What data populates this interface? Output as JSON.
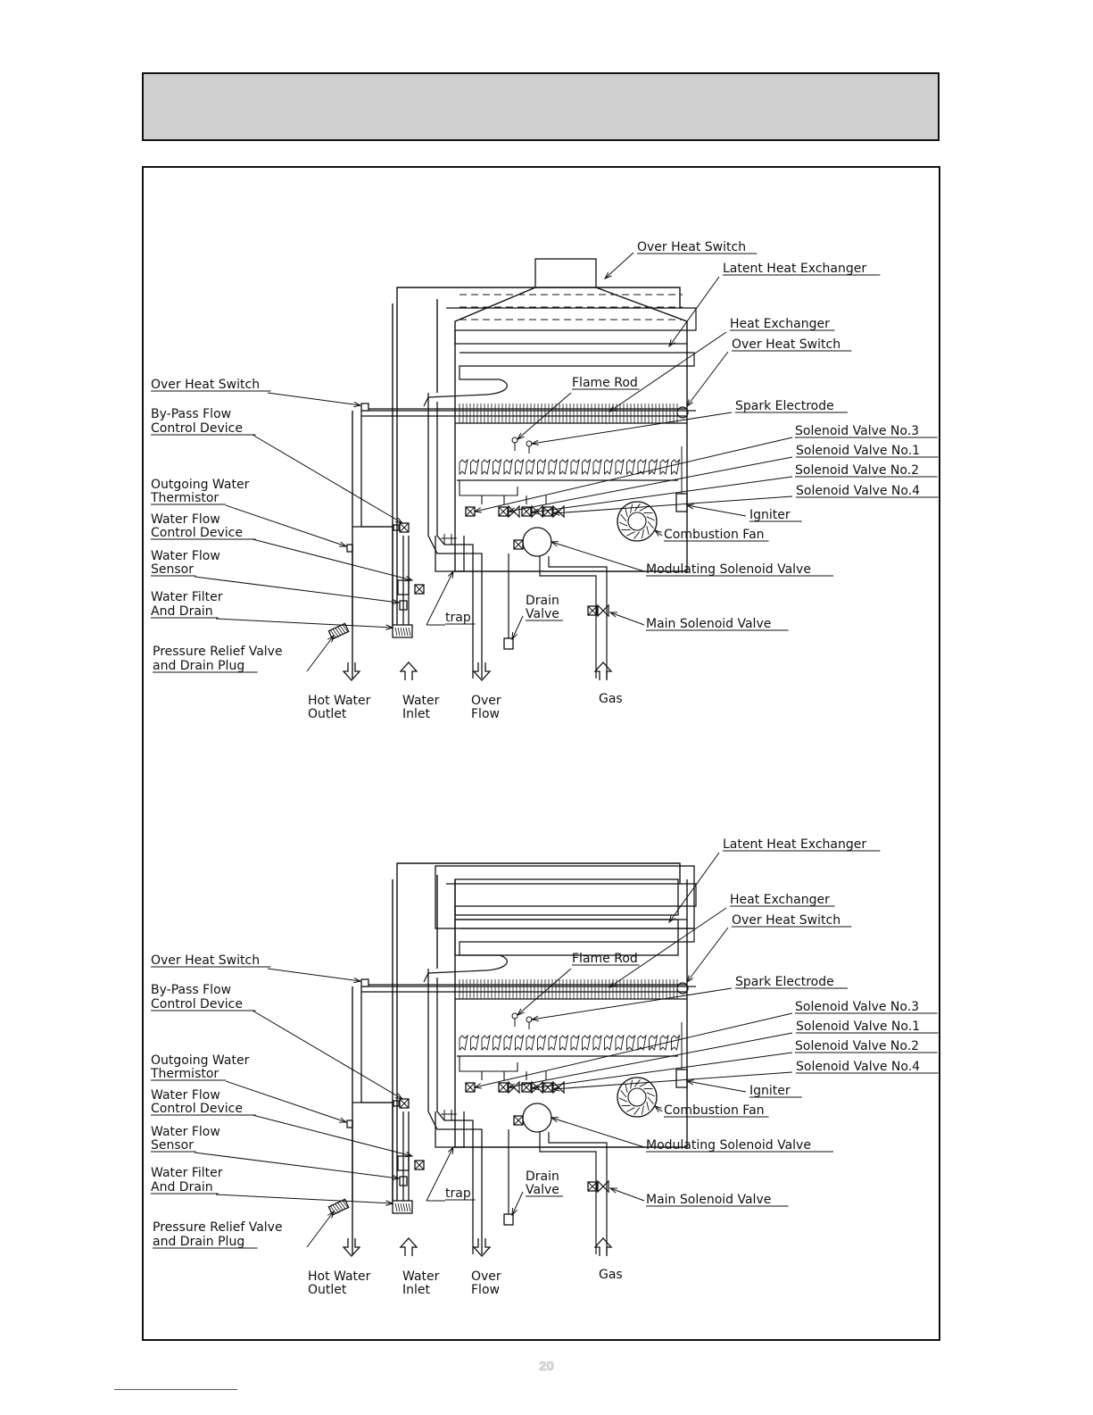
{
  "page": {
    "page_number": "20"
  },
  "diagrams": [
    {
      "labels": {
        "top_over_heat": "Over Heat Switch",
        "latent": "Latent Heat Exchanger",
        "heat_exchanger": "Heat Exchanger",
        "right_over_heat": "Over Heat Switch",
        "left_over_heat": "Over Heat Switch",
        "flame_rod": "Flame Rod",
        "spark": "Spark Electrode",
        "bypass_1": "By-Pass Flow",
        "bypass_2": "Control Device",
        "sv3": "Solenoid Valve No.3",
        "sv1": "Solenoid Valve No.1",
        "sv2": "Solenoid Valve No.2",
        "sv4": "Solenoid Valve No.4",
        "outgoing_1": "Outgoing Water",
        "outgoing_2": "Thermistor",
        "igniter": "Igniter",
        "wfcd_1": "Water Flow",
        "wfcd_2": "Control Device",
        "fan": "Combustion Fan",
        "wfs_1": "Water Flow",
        "wfs_2": "Sensor",
        "modulating": "Modulating Solenoid Valve",
        "filter_1": "Water Filter",
        "filter_2": "And Drain",
        "drain_1": "Drain",
        "drain_2": "Valve",
        "trap": "trap",
        "main_sv": "Main Solenoid Valve",
        "prv_1": "Pressure Relief Valve",
        "prv_2": "and Drain Plug",
        "hot_1": "Hot Water",
        "hot_2": "Outlet",
        "inlet_1": "Water",
        "inlet_2": "Inlet",
        "over_1": "Over",
        "over_2": "Flow",
        "gas": "Gas"
      }
    },
    {
      "labels": {
        "latent": "Latent Heat Exchanger",
        "heat_exchanger": "Heat Exchanger",
        "right_over_heat": "Over Heat Switch",
        "left_over_heat": "Over Heat Switch",
        "flame_rod": "Flame Rod",
        "spark": "Spark Electrode",
        "bypass_1": "By-Pass Flow",
        "bypass_2": "Control Device",
        "sv3": "Solenoid Valve No.3",
        "sv1": "Solenoid Valve No.1",
        "sv2": "Solenoid Valve No.2",
        "sv4": "Solenoid Valve No.4",
        "outgoing_1": "Outgoing Water",
        "outgoing_2": "Thermistor",
        "igniter": "Igniter",
        "wfcd_1": "Water Flow",
        "wfcd_2": "Control Device",
        "fan": "Combustion Fan",
        "wfs_1": "Water Flow",
        "wfs_2": "Sensor",
        "modulating": "Modulating Solenoid Valve",
        "filter_1": "Water Filter",
        "filter_2": "And Drain",
        "drain_1": "Drain",
        "drain_2": "Valve",
        "trap": "trap",
        "main_sv": "Main Solenoid Valve",
        "prv_1": "Pressure Relief Valve",
        "prv_2": "and Drain Plug",
        "hot_1": "Hot Water",
        "hot_2": "Outlet",
        "inlet_1": "Water",
        "inlet_2": "Inlet",
        "over_1": "Over",
        "over_2": "Flow",
        "gas": "Gas"
      }
    }
  ]
}
